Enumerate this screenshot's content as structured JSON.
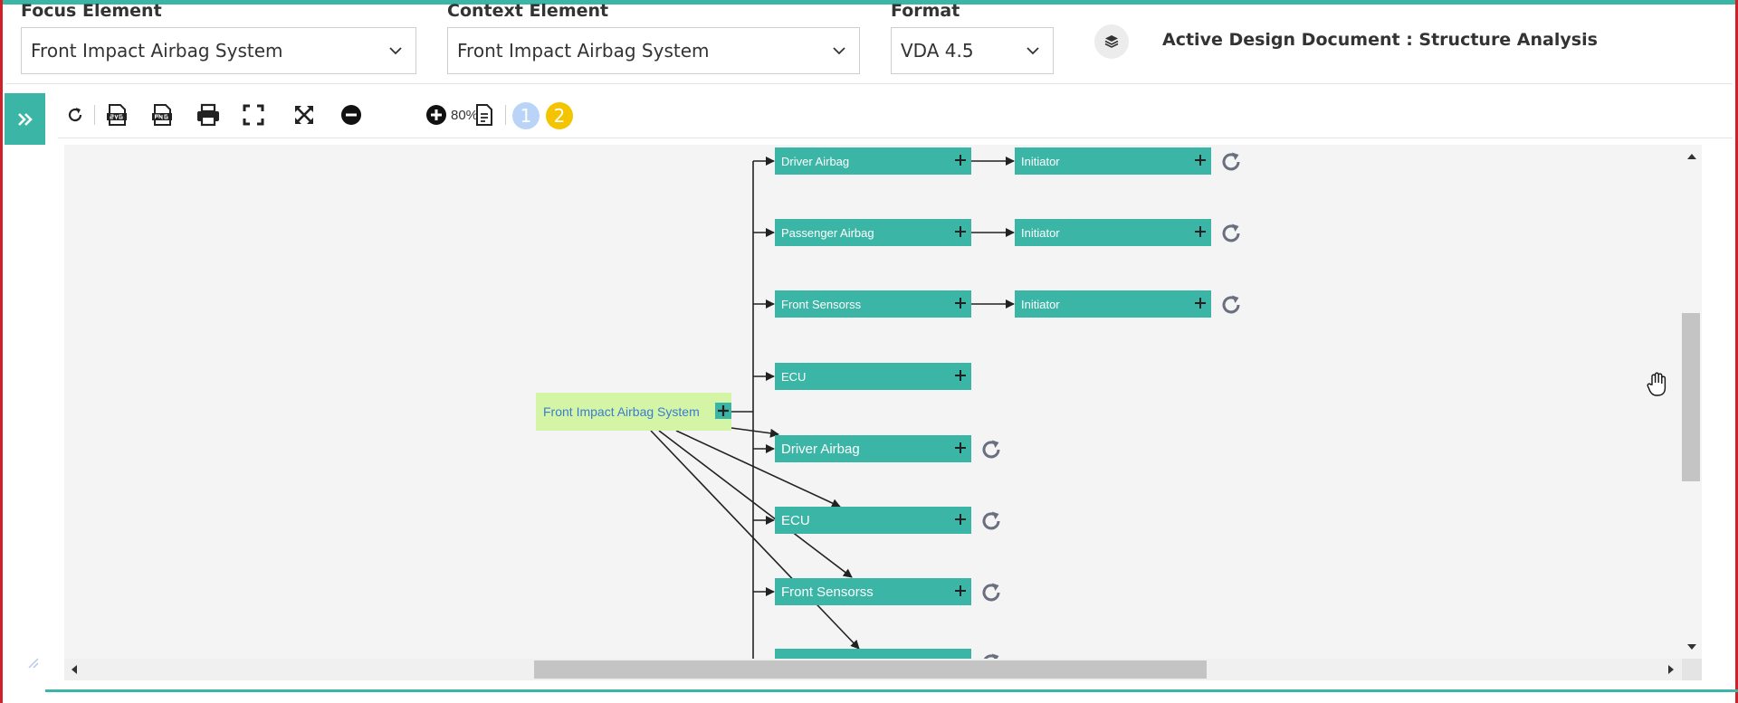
{
  "header": {
    "focus_label": "Focus Element",
    "focus_value": "Front Impact Airbag System",
    "context_label": "Context Element",
    "context_value": "Front Impact Airbag System",
    "format_label": "Format",
    "format_value": "VDA 4.5",
    "active_doc": "Active Design Document : Structure Analysis"
  },
  "toolbar": {
    "zoom": "80%",
    "badge_1": "1",
    "badge_2": "2"
  },
  "colors": {
    "accent": "#3ab5a6",
    "frame": "#d0202a",
    "root_node": "#d5f5a6",
    "badge_1": "#b9d4f6",
    "badge_2": "#f4c400"
  },
  "diagram": {
    "root": "Front Impact Airbag System",
    "nodes": {
      "driver_airbag_1": "Driver Airbag",
      "initiator_1": "Initiator",
      "passenger_airbag": "Passenger Airbag",
      "initiator_2": "Initiator",
      "front_sensors_1": "Front Sensorss",
      "initiator_3": "Initiator",
      "ecu_1": "ECU",
      "driver_airbag_2": "Driver Airbag",
      "ecu_2": "ECU",
      "front_sensors_2": "Front Sensorss"
    }
  }
}
